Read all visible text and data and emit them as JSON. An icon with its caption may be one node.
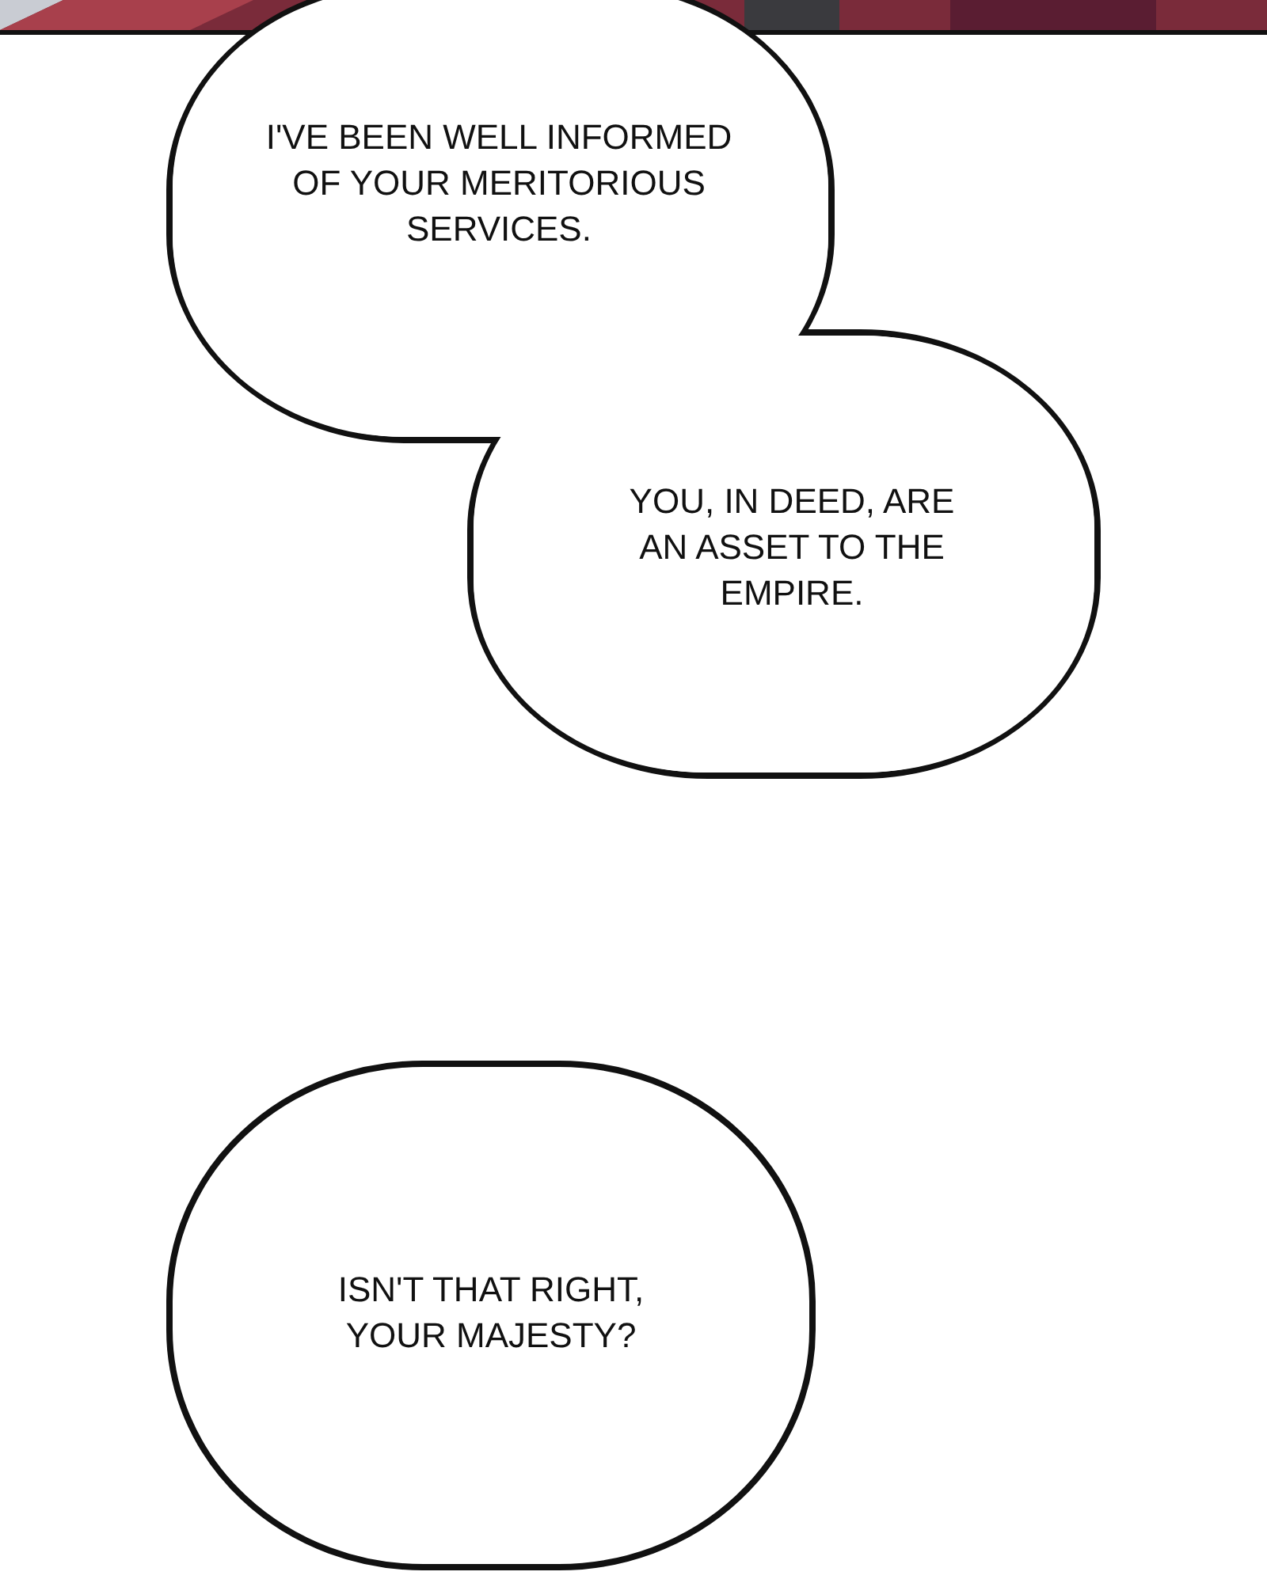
{
  "diagram": {
    "nodes": [
      {
        "text": [
          "I'VE BEEN WELL INFORMED OF YOUR MERITORIOUS SERVICES."
        ]
      },
      {
        "text": [
          "YOU, IN DEED, ARE AN ASSET TO THE EMPIRE."
        ]
      },
      {
        "text": [
          "ISN'T THAT RIGHT, YOUR MAJESTY?"
        ]
      }
    ]
  }
}
